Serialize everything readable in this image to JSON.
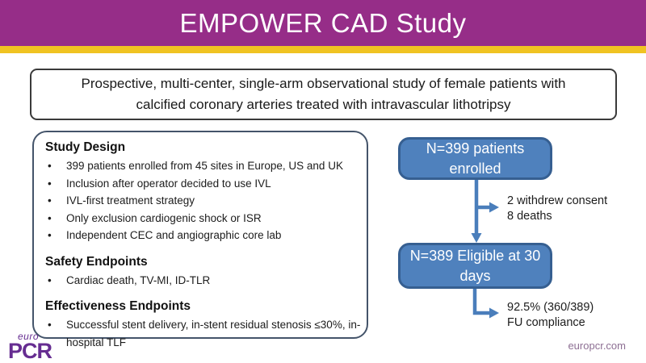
{
  "theme": {
    "purple": "#962d88",
    "yellow": "#f0c322",
    "blue_fill": "#4f81bd",
    "blue_border": "#365f91",
    "arrow": "#4a7ebb",
    "panel_border": "#44546a",
    "box_border": "#3a3a3a",
    "logo_purple": "#662d91",
    "website_color": "#8d6f93"
  },
  "header": {
    "title": "EMPOWER CAD Study"
  },
  "summary": {
    "lines": [
      "Prospective, multi-center, single-arm observational study of female patients with",
      "calcified coronary arteries treated with intravascular lithotripsy"
    ]
  },
  "study_panel": {
    "sections": [
      {
        "heading": "Study Design",
        "bullets": [
          "399 patients enrolled from 45 sites in Europe, US and UK",
          "Inclusion after operator decided to use IVL",
          "IVL-first treatment strategy",
          "Only exclusion cardiogenic shock or ISR",
          "Independent CEC and angiographic core lab"
        ]
      },
      {
        "heading": "Safety Endpoints",
        "bullets": [
          "Cardiac death, TV-MI, ID-TLR"
        ]
      },
      {
        "heading": "Effectiveness Endpoints",
        "bullets": [
          "Successful stent delivery, in-stent residual stenosis ≤30%, in-hospital TLF"
        ]
      }
    ]
  },
  "flowchart": {
    "box1": "N=399 patients enrolled",
    "box2": "N=389 Eligible at 30 days",
    "note1": {
      "lines": [
        "2 withdrew consent",
        "8 deaths"
      ]
    },
    "note2": {
      "lines": [
        "92.5% (360/389)",
        "FU compliance"
      ]
    }
  },
  "footer": {
    "logo_top": "euro",
    "logo_main": "PCR",
    "website": "europcr.com"
  }
}
